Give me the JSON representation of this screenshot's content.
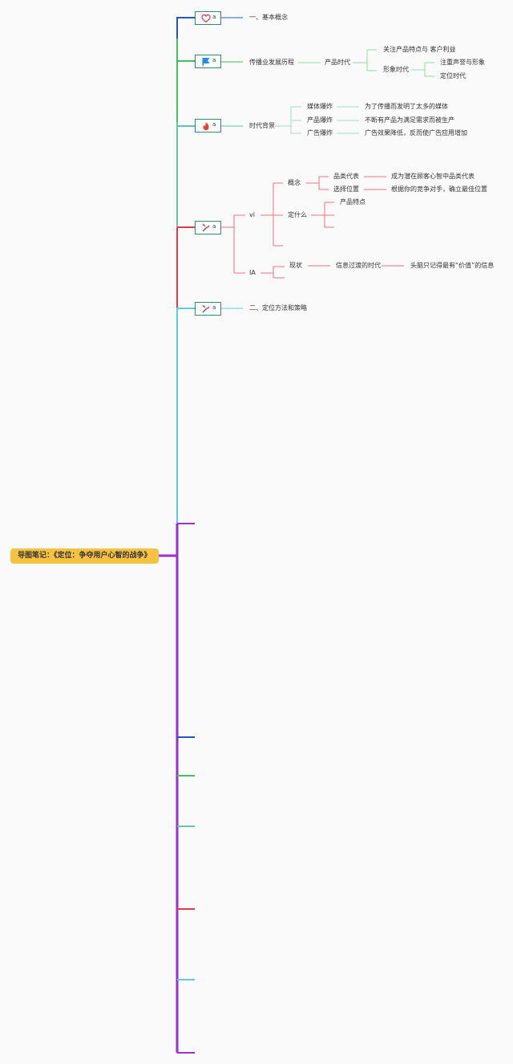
{
  "root": {
    "title": "导图笔记：《定位：争夺用户心智的战争》"
  },
  "boxes": [
    {
      "icon": "heart-icon",
      "abbr": "a",
      "label": "一、基本概念"
    },
    {
      "icon": "flag-icon",
      "abbr": "a",
      "label": "传播业发展历程"
    },
    {
      "icon": "flame-icon",
      "abbr": "a",
      "label": "时代背景"
    },
    {
      "icon": "tools-icon",
      "abbr": "a"
    },
    {
      "icon": "tools-icon",
      "abbr": "a",
      "label": "二、定位方法和策略"
    }
  ],
  "history": {
    "era": "产品时代",
    "children": [
      "关注产品特点与 客户利益",
      "形象时代"
    ],
    "image_children": [
      "注重声誉与形象",
      "定位时代"
    ]
  },
  "background": [
    {
      "label": "媒体爆炸",
      "note": "为了传播而发明了太多的媒体"
    },
    {
      "label": "产品爆炸",
      "note": "不断有产品为满足需求而被生产"
    },
    {
      "label": "广告爆炸",
      "note": "广告效果降低，反而使广告应用增加"
    }
  ],
  "positioning": {
    "vi": "vi",
    "concept": "概念",
    "concept_items": [
      {
        "label": "品类代表",
        "note": "成为潜在顾客心智中品类代表"
      },
      {
        "label": "选择位置",
        "note": "根据你的竞争对手，确立最佳位置"
      }
    ],
    "what": "定什么",
    "what_items": [
      "产品特点"
    ],
    "ia": "IA",
    "status": "现状",
    "info_era": "信息过渡的时代",
    "info_note": "头脑只记得最有“价值”的信息"
  },
  "colors": {
    "blue": "#2255cc",
    "green": "#3fc15a",
    "teal": "#5fc7a8",
    "red": "#e03a4a",
    "cyan": "#5fc9e9",
    "purple": "#9b2fd3",
    "root": "#f5c242",
    "box_border": "#2f8d67"
  }
}
